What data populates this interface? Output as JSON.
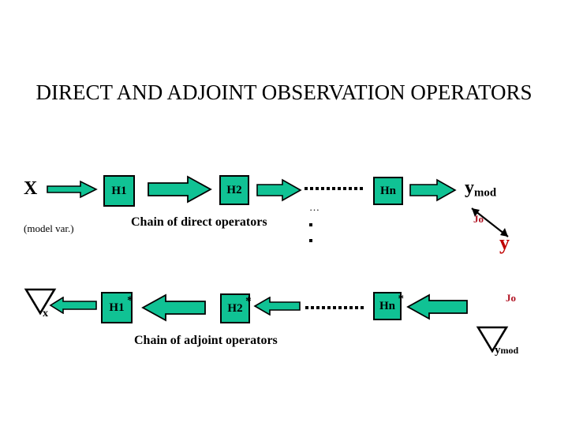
{
  "slide": {
    "title": "DIRECT AND ADJOINT OBSERVATION OPERATORS",
    "background_color": "#ffffff",
    "accent_color": "#10c294",
    "highlight_color": "#b01020"
  },
  "direct_chain": {
    "caption": "Chain of direct operators",
    "input_symbol": "X",
    "input_note": "(model var.)",
    "operators": [
      {
        "label": "H1"
      },
      {
        "label": "H2"
      },
      {
        "label": "Hn"
      }
    ],
    "ellipsis_dots": "•••••••••••",
    "vertical_ellipsis": "…",
    "output_symbol": "y",
    "output_subscript": "mod",
    "cost_label": "Jo",
    "observation_symbol": "y"
  },
  "adjoint_chain": {
    "caption": "Chain of adjoint operators",
    "output_gradient_symbol": "∇",
    "output_gradient_subscript": "x",
    "operators": [
      {
        "label": "H1",
        "adjoint_mark": "*"
      },
      {
        "label": "H2",
        "adjoint_mark": "*"
      },
      {
        "label": "Hn",
        "adjoint_mark": "*"
      }
    ],
    "ellipsis_dots": "•••••••••••",
    "input_gradient_symbol": "∇",
    "input_gradient_subscript": "y",
    "input_gradient_subscript_tail": "mod",
    "cost_label": "Jo"
  },
  "icons": {
    "arrow_right": "arrow-right-icon",
    "arrow_left": "arrow-left-icon",
    "double_arrow": "double-headed-arrow-icon",
    "nabla": "nabla-icon"
  }
}
